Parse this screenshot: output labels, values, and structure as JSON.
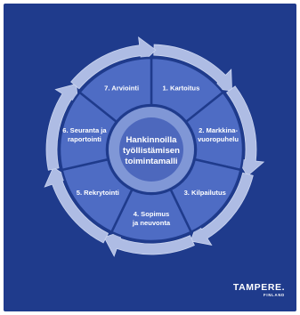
{
  "diagram": {
    "center_lines": [
      "Hankinnoilla",
      "työllistämisen",
      "toimintamalli"
    ],
    "segments": [
      {
        "lines": [
          "1. Kartoitus"
        ]
      },
      {
        "lines": [
          "2. Markkina-",
          "vuoropuhelu"
        ]
      },
      {
        "lines": [
          "3. Kilpailutus"
        ]
      },
      {
        "lines": [
          "4. Sopimus",
          "ja neuvonta"
        ]
      },
      {
        "lines": [
          "5. Rekrytointi"
        ]
      },
      {
        "lines": [
          "6. Seuranta ja",
          "raportointi"
        ]
      },
      {
        "lines": [
          "7. Arviointi"
        ]
      }
    ]
  },
  "logo": {
    "name": "TAMPERE.",
    "sub": "FINLAND"
  },
  "colors": {
    "background": "#1f3b8c",
    "segment": "#4e6cc4",
    "segment_edge": "#6d87d3",
    "arrow_ring": "#aebce4",
    "arrow_tip": "#ccd6f0",
    "center_outer": "#8097d6",
    "center_inner": "#4d68bd"
  }
}
